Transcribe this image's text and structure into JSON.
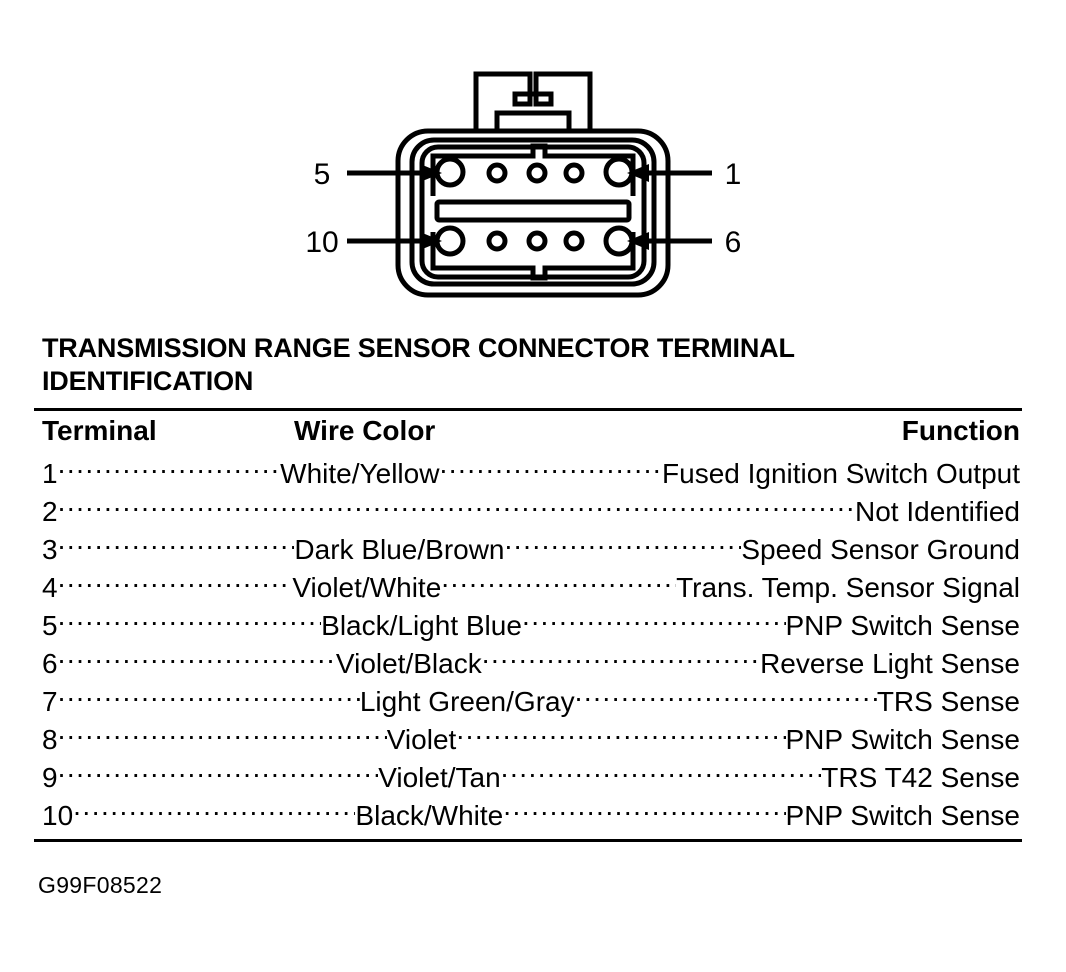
{
  "diagram": {
    "name": "transmission-range-sensor-connector",
    "description": "Ten-cavity automotive connector face view with two rows of five terminals",
    "pin_callouts": [
      {
        "label": "5",
        "side": "left",
        "row": "top",
        "target_pin": 5
      },
      {
        "label": "1",
        "side": "right",
        "row": "top",
        "target_pin": 1
      },
      {
        "label": "10",
        "side": "left",
        "row": "bottom",
        "target_pin": 10
      },
      {
        "label": "6",
        "side": "right",
        "row": "bottom",
        "target_pin": 6
      }
    ],
    "top_row_pins": [
      "5",
      "4",
      "3",
      "2",
      "1"
    ],
    "bottom_row_pins": [
      "10",
      "9",
      "8",
      "7",
      "6"
    ],
    "line_color": "#000000",
    "fill_color": "#ffffff"
  },
  "title": {
    "line1": "TRANSMISSION RANGE SENSOR CONNECTOR TERMINAL",
    "line2": "IDENTIFICATION"
  },
  "table": {
    "headers": {
      "terminal": "Terminal",
      "wire_color": "Wire Color",
      "function": "Function"
    },
    "rows": [
      {
        "terminal": "1",
        "wire_color": "White/Yellow",
        "function": "Fused Ignition Switch Output"
      },
      {
        "terminal": "2",
        "wire_color": "",
        "function": "Not Identified"
      },
      {
        "terminal": "3",
        "wire_color": "Dark Blue/Brown",
        "function": "Speed Sensor Ground"
      },
      {
        "terminal": "4",
        "wire_color": "Violet/White",
        "function": "Trans. Temp. Sensor Signal"
      },
      {
        "terminal": "5",
        "wire_color": "Black/Light Blue",
        "function": "PNP Switch Sense"
      },
      {
        "terminal": "6",
        "wire_color": "Violet/Black",
        "function": "Reverse Light Sense"
      },
      {
        "terminal": "7",
        "wire_color": "Light Green/Gray",
        "function": "TRS Sense"
      },
      {
        "terminal": "8",
        "wire_color": "Violet",
        "function": "PNP Switch Sense"
      },
      {
        "terminal": "9",
        "wire_color": "Violet/Tan",
        "function": "TRS T42 Sense"
      },
      {
        "terminal": "10",
        "wire_color": "Black/White",
        "function": "PNP Switch Sense"
      }
    ]
  },
  "figure_code": "G99F08522"
}
